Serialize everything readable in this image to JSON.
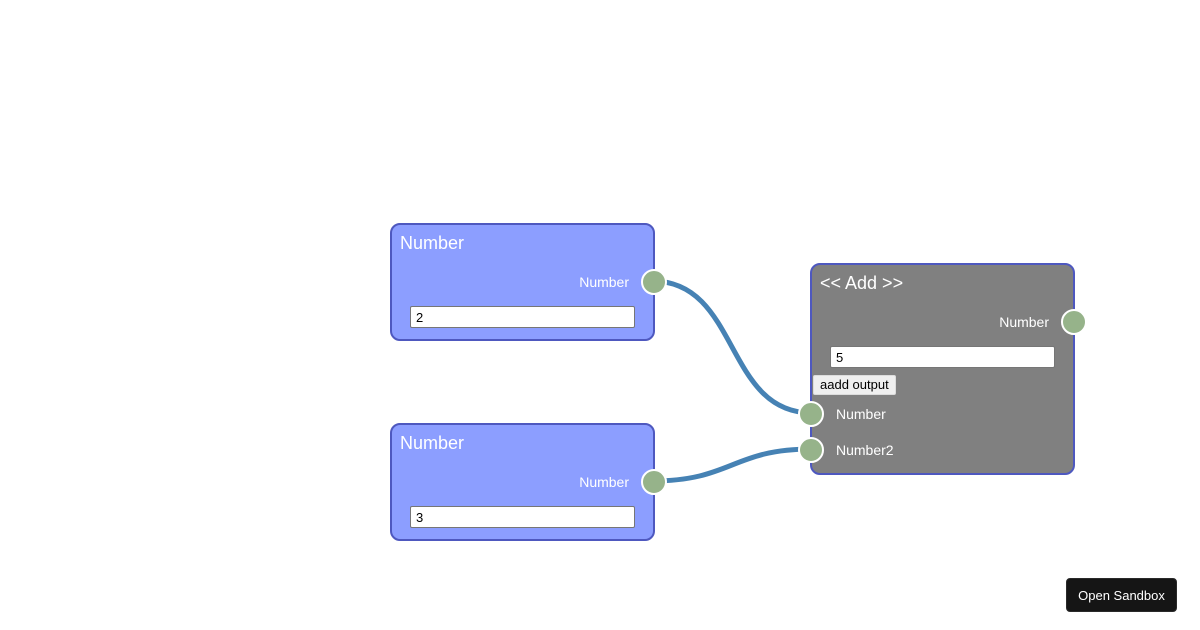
{
  "nodes": {
    "number1": {
      "title": "Number",
      "output_label": "Number",
      "value": "2"
    },
    "number2": {
      "title": "Number",
      "output_label": "Number",
      "value": "3"
    },
    "add": {
      "title": "<< Add >>",
      "output_label": "Number",
      "value": "5",
      "add_output_button": "aadd output",
      "inputs": [
        {
          "label": "Number"
        },
        {
          "label": "Number2"
        }
      ]
    }
  },
  "connections": [
    {
      "from": "number1.output",
      "to": "add.inputs.0"
    },
    {
      "from": "number2.output",
      "to": "add.inputs.1"
    }
  ],
  "colors": {
    "number_node_bg": "#8c9eff",
    "add_node_bg": "#808080",
    "node_border": "#4e58bf",
    "socket": "#96b38a",
    "connection": "#4682b4"
  },
  "footer": {
    "open_sandbox_label": "Open Sandbox"
  }
}
